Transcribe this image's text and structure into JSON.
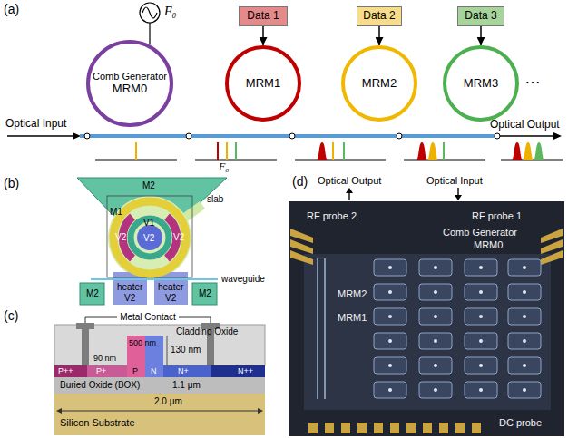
{
  "diagram": {
    "nodes": [
      {
        "text": [
          "Comb Generator",
          "MRM0"
        ]
      },
      {
        "text": [
          "Data 1"
        ]
      },
      {
        "text": [
          "MRM1"
        ]
      },
      {
        "text": [
          "Data 2"
        ]
      },
      {
        "text": [
          "MRM2"
        ]
      },
      {
        "text": [
          "Data 3"
        ]
      },
      {
        "text": [
          "MRM3"
        ]
      }
    ],
    "edges": [
      {
        "from": 1,
        "to": 2,
        "arrow": "to"
      },
      {
        "from": 3,
        "to": 4,
        "arrow": "to"
      },
      {
        "from": 5,
        "to": 6,
        "arrow": "to"
      }
    ],
    "labels": [
      "(a)",
      "F₀",
      "…",
      "Optical Input",
      "Optical Output",
      "F₀",
      "(b)",
      "M2",
      "slab",
      "M1",
      "V1",
      "V2",
      "V2",
      "V2",
      "heater",
      "heater",
      "waveguide",
      "V2",
      "V2",
      "M2",
      "M2",
      "(c)",
      "Metal Contact",
      "Cladding Oxide",
      "500 nm",
      "130 nm",
      "P++",
      "P+",
      "90 nm",
      "P",
      "N",
      "N+",
      "N++",
      "Buried Oxide (BOX)",
      "1.1 μm",
      "2.0 μm",
      "Silicon Substrate",
      "(d)",
      "Optical Output",
      "Optical Input",
      "RF probe 2",
      "RF probe 1",
      "Comb Generator",
      "MRM0",
      "MRM2",
      "MRM1",
      "DC probe"
    ]
  }
}
